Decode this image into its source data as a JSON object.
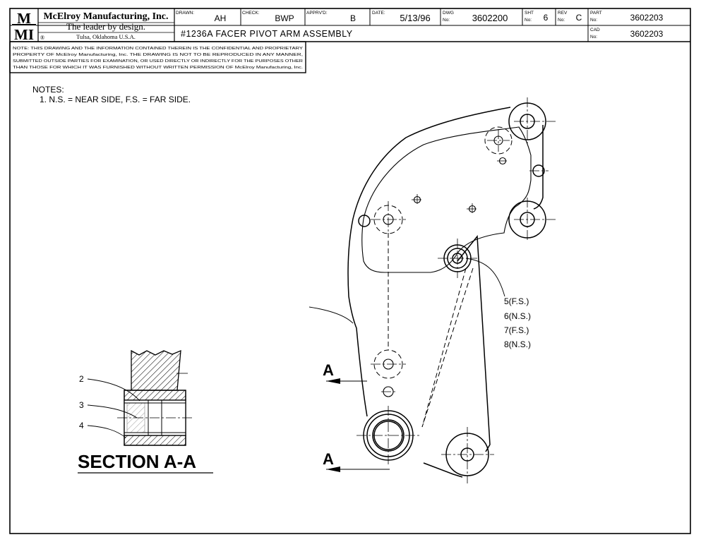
{
  "title_block": {
    "logo_text": "MMI",
    "company_name": "McElroy Manufacturing, Inc.",
    "slogan": "The leader by design.",
    "address": "Tulsa, Oklahoma U.S.A.",
    "registered_mark": "®",
    "drawn_label": "DRAWN:",
    "drawn_value": "AH",
    "check_label": "CHECK:",
    "check_value": "BWP",
    "apprvd_label": "APPRV'D:",
    "apprvd_value": "B",
    "date_label": "DATE:",
    "date_value": "5/13/96",
    "dwg_label_1": "DWG",
    "dwg_label_2": "No:",
    "dwg_value": "3602200",
    "sht_label_1": "SHT",
    "sht_label_2": "No:",
    "sht_value": "6",
    "rev_label_1": "REV",
    "rev_label_2": "No:",
    "rev_value": "C",
    "part_label_1": "PART",
    "part_label_2": "No:",
    "part_value": "3602203",
    "cad_label_1": "CAD",
    "cad_label_2": "No:",
    "cad_value": "3602203",
    "drawing_title": "#1236A FACER PIVOT ARM ASSEMBLY"
  },
  "notice_lines": [
    "NOTE: THIS DRAWING AND THE INFORMATION CONTAINED THEREIN IS THE CONFIDENTIAL AND PROPRIETARY",
    "PROPERTY OF McElroy Manufacturing, Inc. THE DRAWING IS NOT TO BE REPRODUCED IN ANY MANNER,",
    "SUBMITTED OUTSIDE PARTIES FOR EXAMINATION, OR USED DIRECTLY OR INDIRECTLY FOR THE PURPOSES OTHER",
    "THAN THOSE FOR WHICH IT WAS FURNISHED WITHOUT WRITTEN PERMISSION OF McElroy Manufacturing, Inc."
  ],
  "notes": {
    "heading": "NOTES:",
    "line1": "1.  N.S.  =  NEAR  SIDE,  F.S.  =  FAR  SIDE."
  },
  "callouts": {
    "c5": "5(F.S.)",
    "c6": "6(N.S.)",
    "c7": "7(F.S.)",
    "c8": "8(N.S.)",
    "c2": "2",
    "c3": "3",
    "c4": "4"
  },
  "section": {
    "marker_upper": "A",
    "marker_lower": "A",
    "title": "SECTION A-A"
  }
}
